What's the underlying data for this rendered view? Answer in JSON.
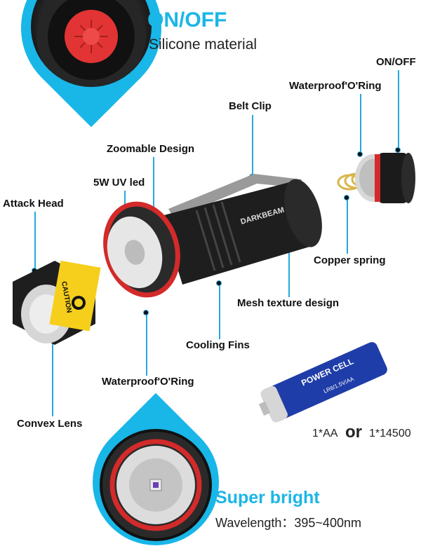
{
  "top_badge": {
    "title": "ON/OFF",
    "subtitle": "Silicone material"
  },
  "callouts": {
    "on_off": "ON/OFF",
    "waterproof_top": "Waterproof'O'Ring",
    "belt_clip": "Belt Clip",
    "zoomable": "Zoomable Design",
    "uv_led": "5W UV led",
    "attack_head": "Attack Head",
    "copper_spring": "Copper spring",
    "mesh_texture": "Mesh texture design",
    "cooling_fins": "Cooling Fins",
    "waterproof_bottom": "Waterproof'O'Ring",
    "convex_lens": "Convex Lens"
  },
  "flashlight": {
    "brand": "DARKBEAM"
  },
  "lens_label": {
    "warning": "CAUTION"
  },
  "battery": {
    "brand": "POWER CELL",
    "model": "LR6/1.5V/AA",
    "option_left": "1*AA",
    "option_or": "or",
    "option_right": "1*14500"
  },
  "bottom_badge": {
    "title": "Super bright",
    "wavelength_label": "Wavelength：",
    "wavelength_value": "395~400nm"
  },
  "colors": {
    "accent": "#19b6e8",
    "accent_text": "#1bb6e6",
    "o_ring": "#d32a2a",
    "body": "#1b1b1b"
  }
}
